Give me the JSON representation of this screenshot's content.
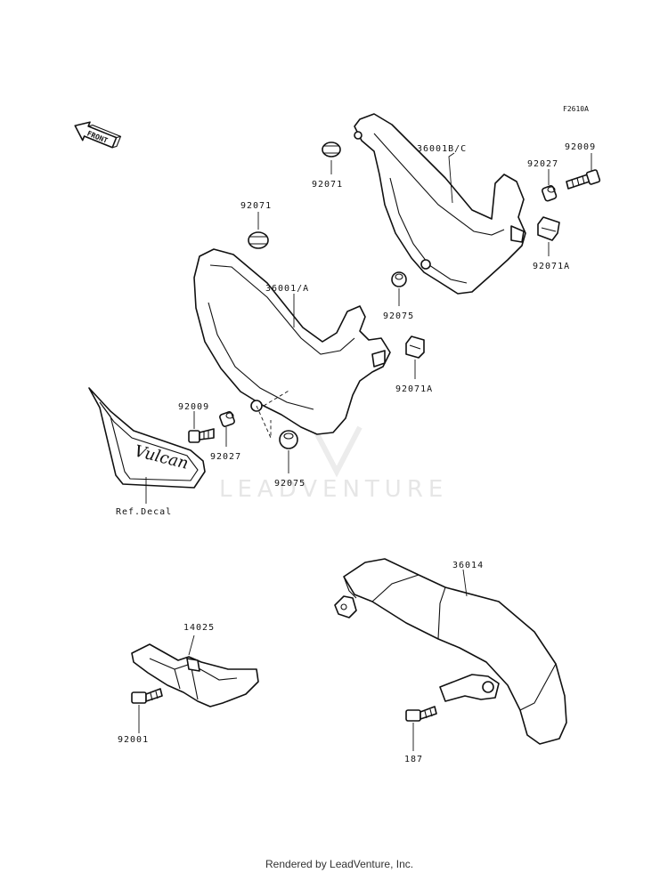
{
  "figure_id": "F2610A",
  "front_arrow_label": "FRONT",
  "labels": {
    "p36001bc": "36001B/C",
    "p92009_top": "92009",
    "p92027_top": "92027",
    "p92071_top": "92071",
    "p92071_left": "92071",
    "p92071a_top": "92071A",
    "p92075_mid": "92075",
    "p36001a": "36001/A",
    "p92071a_mid": "92071A",
    "p92009_left": "92009",
    "p92027_left": "92027",
    "p92075_low": "92075",
    "ref_decal": "Ref.Decal",
    "p36014": "36014",
    "p14025": "14025",
    "p92001": "92001",
    "p187": "187"
  },
  "decal_text": "Vulcan",
  "watermark": "LEADVENTURE",
  "footer": "Rendered by LeadVenture, Inc.",
  "colors": {
    "line": "#111111",
    "watermark": "#e6e6e6"
  }
}
